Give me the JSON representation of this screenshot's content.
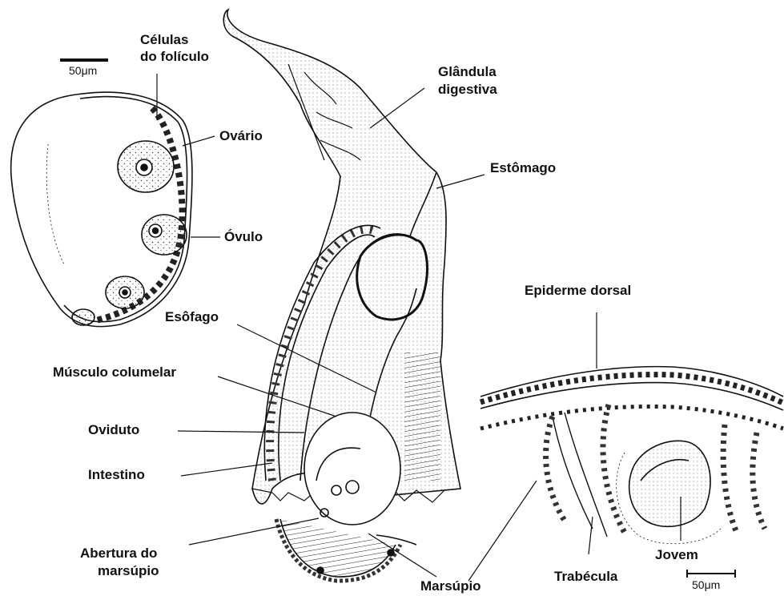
{
  "labels": {
    "celulas_line1": "Células",
    "celulas_line2": "do folículo",
    "ovario": "Ovário",
    "ovulo": "Óvulo",
    "glandula_line1": "Glândula",
    "glandula_line2": "digestiva",
    "estomago": "Estômago",
    "epiderme": "Epiderme dorsal",
    "esofago": "Esôfago",
    "musculo": "Músculo columelar",
    "oviduto": "Oviduto",
    "intestino": "Intestino",
    "abertura_line1": "Abertura do",
    "abertura_line2": "marsúpio",
    "marsupio": "Marsúpio",
    "trabecula": "Trabécula",
    "jovem": "Jovem"
  },
  "scale_bars": {
    "left": "50μm",
    "right": "50μm"
  },
  "colors": {
    "ink": "#111111",
    "background": "#ffffff"
  }
}
